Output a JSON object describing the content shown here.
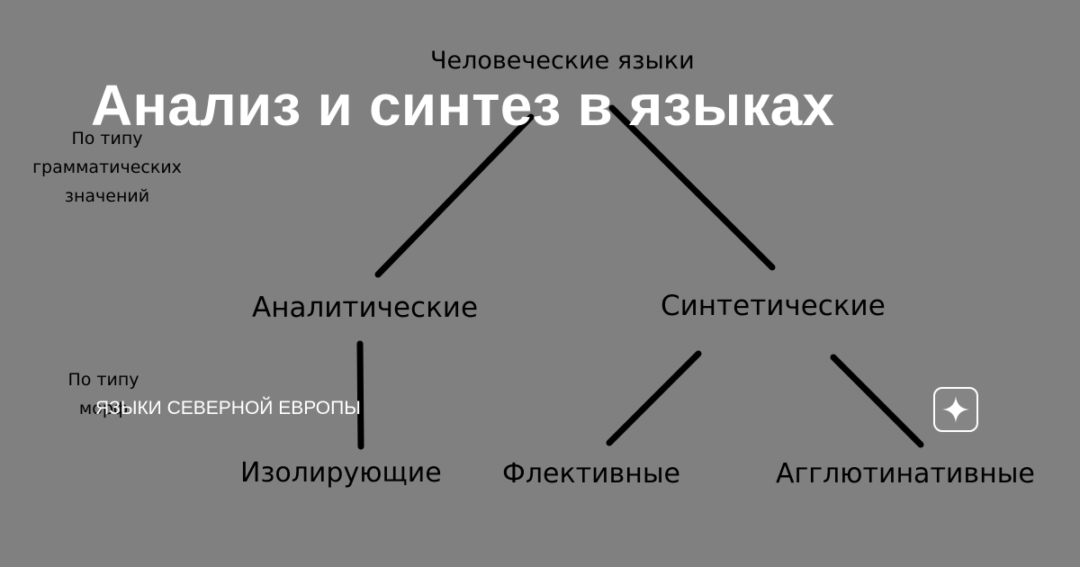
{
  "diagram": {
    "root": "Человеческие языки",
    "side_labels": {
      "grammatical": "По типу\nграмматических\nзначений",
      "morphological": "По типу\nморф"
    },
    "level1": {
      "analytic": "Аналитические",
      "synthetic": "Синтетические"
    },
    "level2": {
      "isolating": "Изолирующие",
      "flective": "Флективные",
      "agglutinative": "Агглютинативные"
    }
  },
  "overlay": {
    "title": "Анализ и синтез в языках",
    "channel": "ЯЗЫКИ СЕВЕРНОЙ ЕВРОПЫ",
    "badge_icon": "sparkle-icon"
  },
  "colors": {
    "background": "#808080",
    "diagram_ink": "#000000",
    "overlay_text": "#ffffff"
  }
}
